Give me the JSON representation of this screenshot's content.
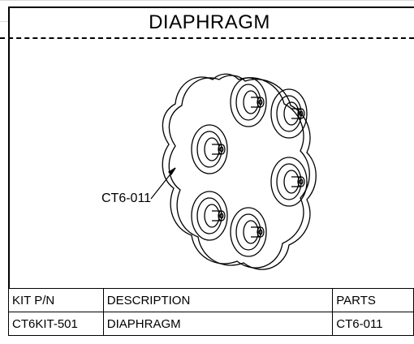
{
  "title": "DIAPHRAGM",
  "callout": "CT6-011",
  "table": {
    "headers": [
      "KIT P/N",
      "DESCRIPTION",
      "PARTS"
    ],
    "rows": [
      [
        "CT6KIT-501",
        "DIAPHRAGM",
        "CT6-011"
      ]
    ]
  }
}
